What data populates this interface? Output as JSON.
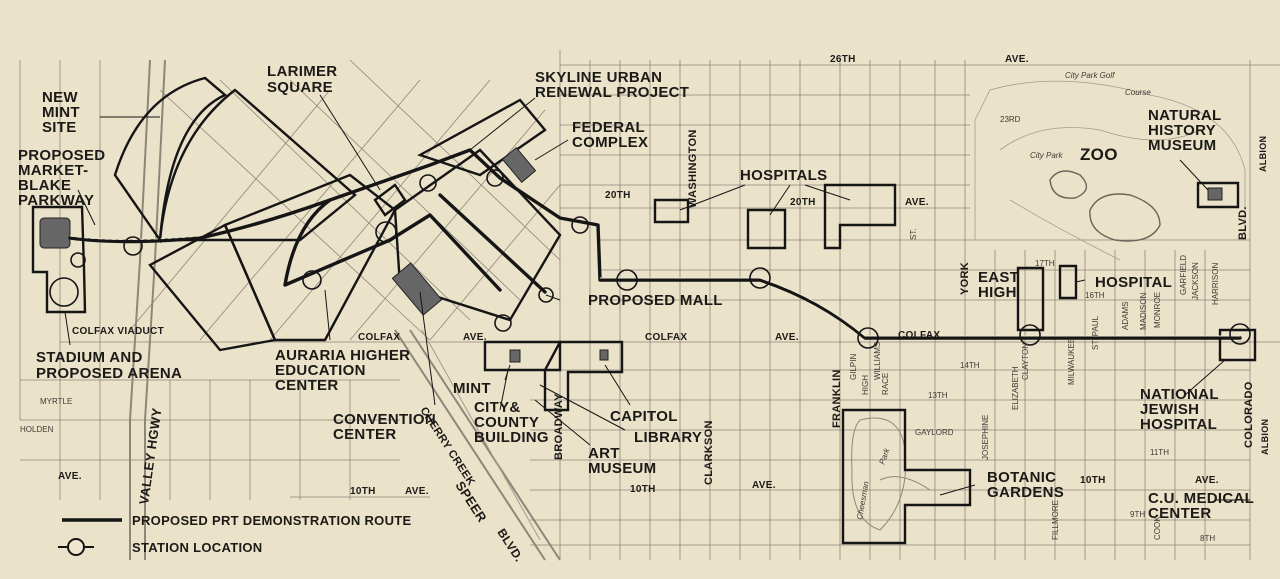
{
  "map_labels": {
    "new_mint_site": [
      "NEW",
      "MINT",
      "SITE"
    ],
    "market_blake": [
      "PROPOSED",
      "MARKET-",
      "BLAKE",
      "PARKWAY"
    ],
    "larimer_square": [
      "LARIMER",
      "SQUARE"
    ],
    "skyline": [
      "SKYLINE URBAN",
      "RENEWAL PROJECT"
    ],
    "federal_complex": [
      "FEDERAL",
      "COMPLEX"
    ],
    "hospitals": "HOSPITALS",
    "zoo": "ZOO",
    "natural_history_museum": [
      "NATURAL",
      "HISTORY",
      "MUSEUM"
    ],
    "proposed_mall": "PROPOSED MALL",
    "east_high": [
      "EAST",
      "HIGH"
    ],
    "hospital": "HOSPITAL",
    "stadium": [
      "STADIUM AND",
      "PROPOSED ARENA"
    ],
    "auraria": [
      "AURARIA HIGHER",
      "EDUCATION",
      "CENTER"
    ],
    "convention_center": [
      "CONVENTION",
      "CENTER"
    ],
    "mint": "MINT",
    "city_county": [
      "CITY&",
      "COUNTY",
      "BUILDING"
    ],
    "capitol": "CAPITOL",
    "library": "LIBRARY",
    "art_museum": [
      "ART",
      "MUSEUM"
    ],
    "national_jewish": [
      "NATIONAL",
      "JEWISH",
      "HOSPITAL"
    ],
    "botanic_gardens": [
      "BOTANIC",
      "GARDENS"
    ],
    "cu_medical": [
      "C.U. MEDICAL",
      "CENTER"
    ]
  },
  "streets": {
    "colfax": "COLFAX",
    "ave": "AVE.",
    "colfax_viaduct": "COLFAX   VIADUCT",
    "st_26th": "26TH",
    "st_23rd": "23RD",
    "st_20th": "20TH",
    "st_17th": "17TH",
    "st_16th": "16TH",
    "st_14th": "14TH",
    "st_13th": "13TH",
    "st_11th": "11TH",
    "st_10th": "10TH",
    "st_9th": "9TH",
    "st_8th": "8TH",
    "washington": "WASHINGTON",
    "broadway": "BROADWAY",
    "clarkson": "CLARKSON",
    "franklin": "FRANKLIN",
    "york": "YORK",
    "colorado": "COLORADO",
    "albion": "ALBION",
    "blvd": "BLVD.",
    "valley_hwy": "VALLEY HGWY",
    "speer": "SPEER",
    "cherry_creek": "CHERRY CREEK",
    "speer_blvd": "BLVD.",
    "city_park_golf": "City Park  Golf",
    "course": "Course",
    "city_park": "City         Park",
    "cheesman": "Cheesman",
    "park": "Park",
    "josephine": "JOSEPHINE",
    "gaylord": "GAYLORD",
    "race": "RACE",
    "high": "HIGH",
    "gilpin": "GILPIN",
    "williams": "WILLIAMS",
    "elizabeth": "ELIZABETH",
    "clayton": "CLAYTON",
    "milwaukee": "MILWAUKEE",
    "st_paul": "ST. PAUL",
    "fillmore": "FILLMORE",
    "adams": "ADAMS",
    "cook": "COOK",
    "madison": "MADISON",
    "monroe": "MONROE",
    "garfield": "GARFIELD",
    "jackson": "JACKSON",
    "harrison": "HARRISON",
    "holden": "HOLDEN",
    "myrtle": "MYRTLE",
    "st": "ST."
  },
  "legend": {
    "route": "PROPOSED PRT DEMONSTRATION ROUTE",
    "station": "STATION LOCATION"
  },
  "colors": {
    "paper": "#efe6cf",
    "ink": "#151515",
    "street": "#8d877a"
  }
}
